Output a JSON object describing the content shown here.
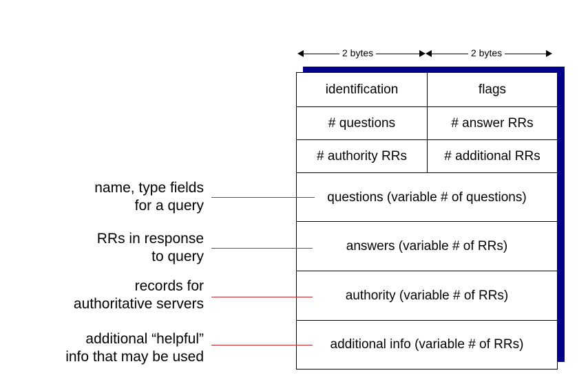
{
  "header": {
    "left_width_label": "2 bytes",
    "right_width_label": "2 bytes"
  },
  "fields": {
    "identification": "identification",
    "flags": "flags",
    "questions_count": "# questions",
    "answer_rrs": "# answer RRs",
    "authority_rrs": "# authority RRs",
    "additional_rrs": "# additional RRs",
    "questions": "questions (variable # of questions)",
    "answers": "answers (variable # of RRs)",
    "authority": "authority (variable # of RRs)",
    "additional_info": "additional info (variable # of RRs)"
  },
  "notes": {
    "questions_note": [
      "name, type fields",
      "for a query"
    ],
    "answers_note": [
      "RRs in response",
      "to query"
    ],
    "authority_note": [
      "records for",
      "authoritative servers"
    ],
    "additional_note": [
      "additional “helpful”",
      "info that may be used"
    ]
  },
  "colors": {
    "shadow": "#00008b",
    "leader_line": "#c0272d"
  }
}
